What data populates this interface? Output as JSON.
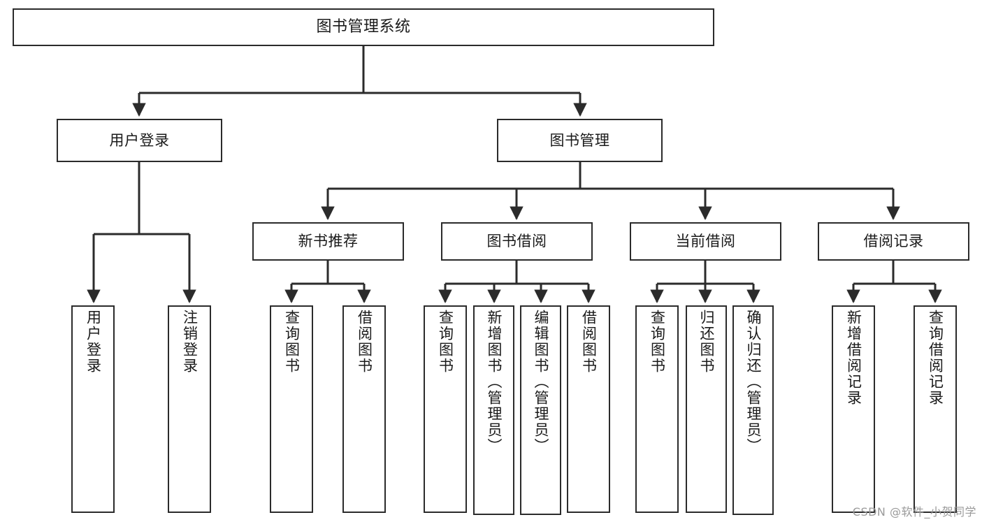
{
  "diagram": {
    "title": "图书管理系统",
    "type": "tree-hierarchy-chart",
    "watermark": "CSDN @软件_小贺同学",
    "colors": {
      "stroke": "#2b2b2b",
      "fill": "#ffffff",
      "text": "#1a1a1a",
      "watermark": "#9a9a9a"
    },
    "root": {
      "label": "图书管理系统"
    },
    "level1": [
      {
        "label": "用户登录"
      },
      {
        "label": "图书管理"
      }
    ],
    "level2": [
      {
        "label": "新书推荐"
      },
      {
        "label": "图书借阅"
      },
      {
        "label": "当前借阅"
      },
      {
        "label": "借阅记录"
      }
    ],
    "leaves": {
      "user_login": [
        {
          "label": "用户登录"
        },
        {
          "label": "注销登录"
        }
      ],
      "new_book": [
        {
          "label": "查询图书"
        },
        {
          "label": "借阅图书"
        }
      ],
      "borrow_book": [
        {
          "label": "查询图书"
        },
        {
          "label": "新增图书（管理员）"
        },
        {
          "label": "编辑图书（管理员）"
        },
        {
          "label": "借阅图书"
        }
      ],
      "current_borrow": [
        {
          "label": "查询图书"
        },
        {
          "label": "归还图书"
        },
        {
          "label": "确认归还（管理员）"
        }
      ],
      "borrow_record": [
        {
          "label": "新增借阅记录"
        },
        {
          "label": "查询借阅记录"
        }
      ]
    }
  }
}
